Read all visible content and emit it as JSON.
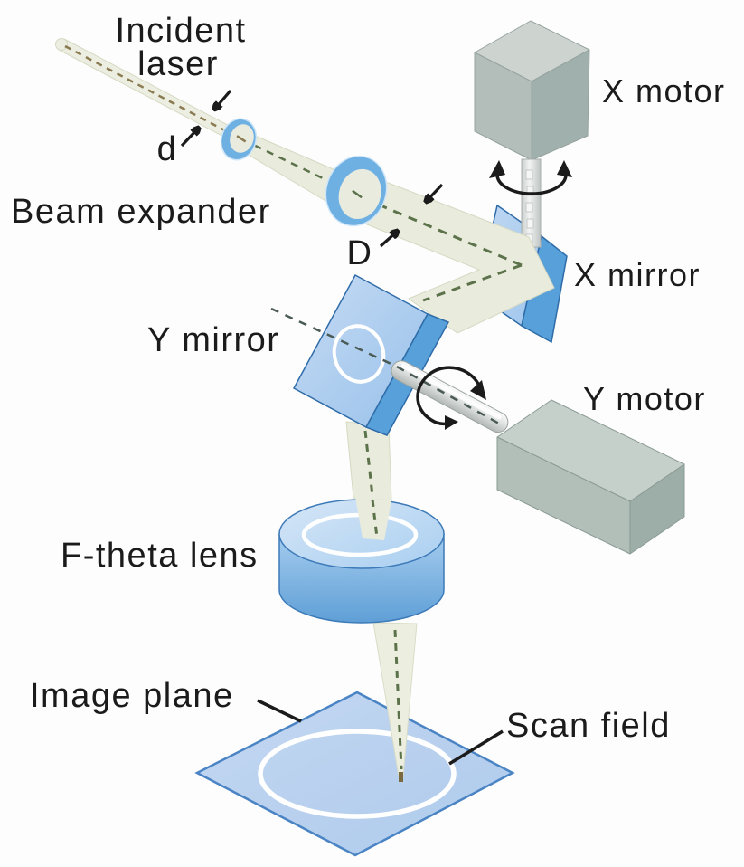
{
  "diagram": {
    "type": "laser-galvo-scanner-schematic",
    "labels": {
      "incident_line1": "Incident",
      "incident_line2": "laser",
      "beam_diameter_small": "d",
      "beam_expander": "Beam expander",
      "beam_diameter_large": "D",
      "x_motor": "X motor",
      "x_mirror": "X mirror",
      "y_mirror": "Y mirror",
      "y_motor": "Y motor",
      "f_theta_lens": "F-theta lens",
      "image_plane": "Image plane",
      "scan_field": "Scan field"
    },
    "palette": {
      "background": "#fdfdfd",
      "ink": "#1b1b1b",
      "beam_fill": "#e9ebdc",
      "beam_edge": "#d6d9c3",
      "beam_dash_olive": "#5c724a",
      "beam_dash_tan": "#8a7a50",
      "lens_ring_blue": "#6fb0e2",
      "mirror_face_blue": "#b5d4f1",
      "mirror_edge_blue": "#57a0da",
      "mirror_outline": "#2f6ca8",
      "ftheta_side_blue": "#6ca7dd",
      "image_plane_fill": "#b9d0ee",
      "image_plane_edge": "#4a84c4",
      "motor_gray_top": "#cbd3cf",
      "motor_gray_left": "#b0bcb8",
      "motor_gray_right": "#9fafab",
      "shaft_gray": "#d9dcda",
      "scan_field_ring": "#ffffff"
    }
  }
}
